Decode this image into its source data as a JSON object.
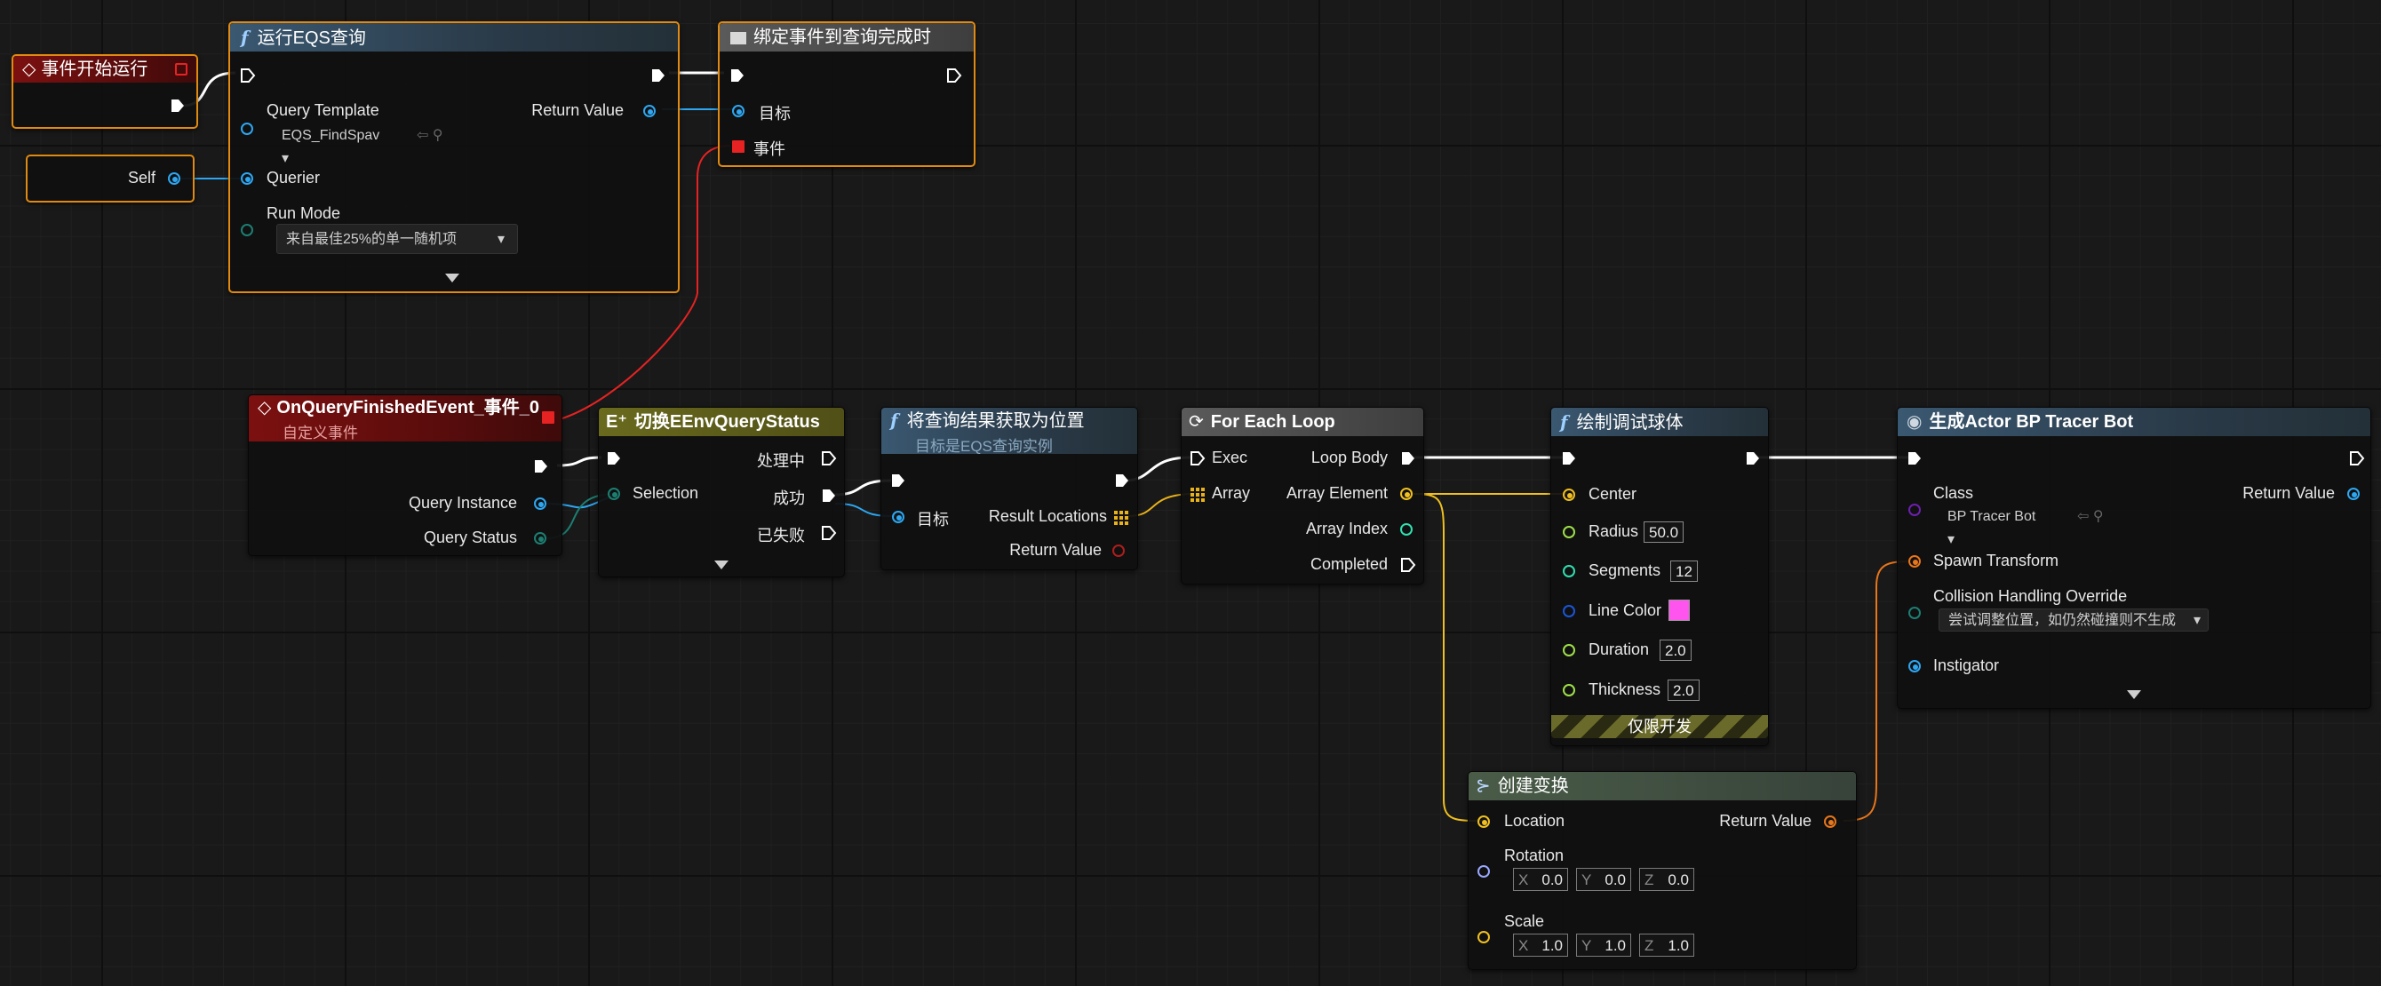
{
  "colors": {
    "exec": "#ffffff",
    "object_pin": "#2ea7f2",
    "byte_pin": "#1c7f72",
    "vector_pin": "#f0c020",
    "float_pin": "#9fe04a",
    "int_pin": "#2fe0b0",
    "color_pin": "#1a56d8",
    "transform_pin": "#e8761a",
    "rotator_pin": "#9aa8ff",
    "class_pin": "#6e1fb0",
    "event_delegate": "#e62222",
    "line_color_value": "#ff55ee",
    "selected_border": "#e08a12"
  },
  "nodes": {
    "begin_play": {
      "title": "事件开始运行",
      "icon": "event-diamond-icon"
    },
    "self": {
      "label": "Self"
    },
    "run_eqs": {
      "title": "运行EQS查询",
      "icon": "function-icon",
      "query_template_label": "Query Template",
      "query_template_value": "EQS_FindSpav",
      "querier_label": "Querier",
      "run_mode_label": "Run Mode",
      "run_mode_value": "来自最佳25%的单一随机项",
      "return_label": "Return Value"
    },
    "bind_event": {
      "title": "绑定事件到查询完成时",
      "icon": "bind-event-icon",
      "target_label": "目标",
      "event_label": "事件"
    },
    "custom_event": {
      "title": "OnQueryFinishedEvent_事件_0",
      "subtitle": "自定义事件",
      "icon": "event-diamond-icon",
      "query_instance_label": "Query Instance",
      "query_status_label": "Query Status"
    },
    "switch": {
      "title": "切换EEnvQueryStatus",
      "icon": "switch-icon",
      "selection_label": "Selection",
      "out_processing": "处理中",
      "out_success": "成功",
      "out_failed": "已失败"
    },
    "get_results": {
      "title": "将查询结果获取为位置",
      "subtitle": "目标是EQS查询实例",
      "icon": "function-icon",
      "target_label": "目标",
      "result_label": "Result Locations",
      "return_label": "Return Value"
    },
    "for_each": {
      "title": "For Each Loop",
      "icon": "loop-icon",
      "exec_label": "Exec",
      "array_label": "Array",
      "loop_body": "Loop Body",
      "array_element": "Array Element",
      "array_index": "Array Index",
      "completed": "Completed"
    },
    "draw_sphere": {
      "title": "绘制调试球体",
      "icon": "function-icon",
      "center_label": "Center",
      "radius_label": "Radius",
      "radius_value": "50.0",
      "segments_label": "Segments",
      "segments_value": "12",
      "line_color_label": "Line Color",
      "duration_label": "Duration",
      "duration_value": "2.0",
      "thickness_label": "Thickness",
      "thickness_value": "2.0",
      "dev_only": "仅限开发"
    },
    "spawn_actor": {
      "title": "生成Actor BP Tracer Bot",
      "icon": "spawn-icon",
      "class_label": "Class",
      "class_value": "BP Tracer Bot",
      "return_label": "Return Value",
      "spawn_transform_label": "Spawn Transform",
      "collision_label": "Collision Handling Override",
      "collision_value": "尝试调整位置，如仍然碰撞则不生成",
      "instigator_label": "Instigator"
    },
    "make_transform": {
      "title": "创建变换",
      "icon": "make-struct-icon",
      "location_label": "Location",
      "return_label": "Return Value",
      "rotation_label": "Rotation",
      "rotation": {
        "x": "0.0",
        "y": "0.0",
        "z": "0.0"
      },
      "scale_label": "Scale",
      "scale": {
        "x": "1.0",
        "y": "1.0",
        "z": "1.0"
      },
      "axis_x": "X",
      "axis_y": "Y",
      "axis_z": "Z"
    }
  }
}
